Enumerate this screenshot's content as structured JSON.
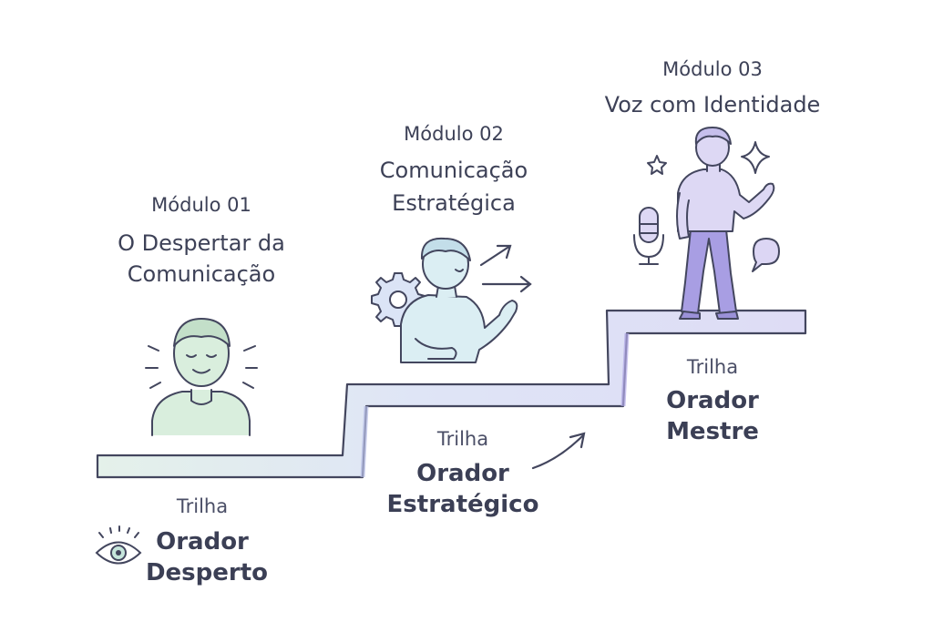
{
  "modules": [
    {
      "module_label": "Módulo 01",
      "title_lines": [
        "O Despertar da",
        "Comunicação"
      ],
      "trilha_label": "Trilha",
      "level_lines": [
        "Orador",
        "Desperto"
      ]
    },
    {
      "module_label": "Módulo 02",
      "title_lines": [
        "Comunicação",
        "Estratégica"
      ],
      "trilha_label": "Trilha",
      "level_lines": [
        "Orador",
        "Estratégico"
      ]
    },
    {
      "module_label": "Módulo 03",
      "title_lines": [
        "Voz com Identidade"
      ],
      "trilha_label": "Trilha",
      "level_lines": [
        "Orador",
        "Mestre"
      ]
    }
  ],
  "icons": [
    "person-calm-icon",
    "eye-icon",
    "person-thinking-icon",
    "gear-icon",
    "arrow-up-right-icon",
    "arrow-right-icon",
    "person-presenting-icon",
    "microphone-icon",
    "sparkle-icon",
    "star-icon",
    "speech-bubble-icon",
    "progress-arrow-icon"
  ],
  "colors": {
    "text": "#3d4157",
    "outline": "#43465e",
    "step1": "#e4f1ea",
    "step2": "#dfe5f6",
    "step3": "#dedcf5",
    "person1": "#d9eedd",
    "person2": "#dbeef3",
    "person3": "#ddd8f4",
    "person3_pants": "#a89ee3"
  }
}
